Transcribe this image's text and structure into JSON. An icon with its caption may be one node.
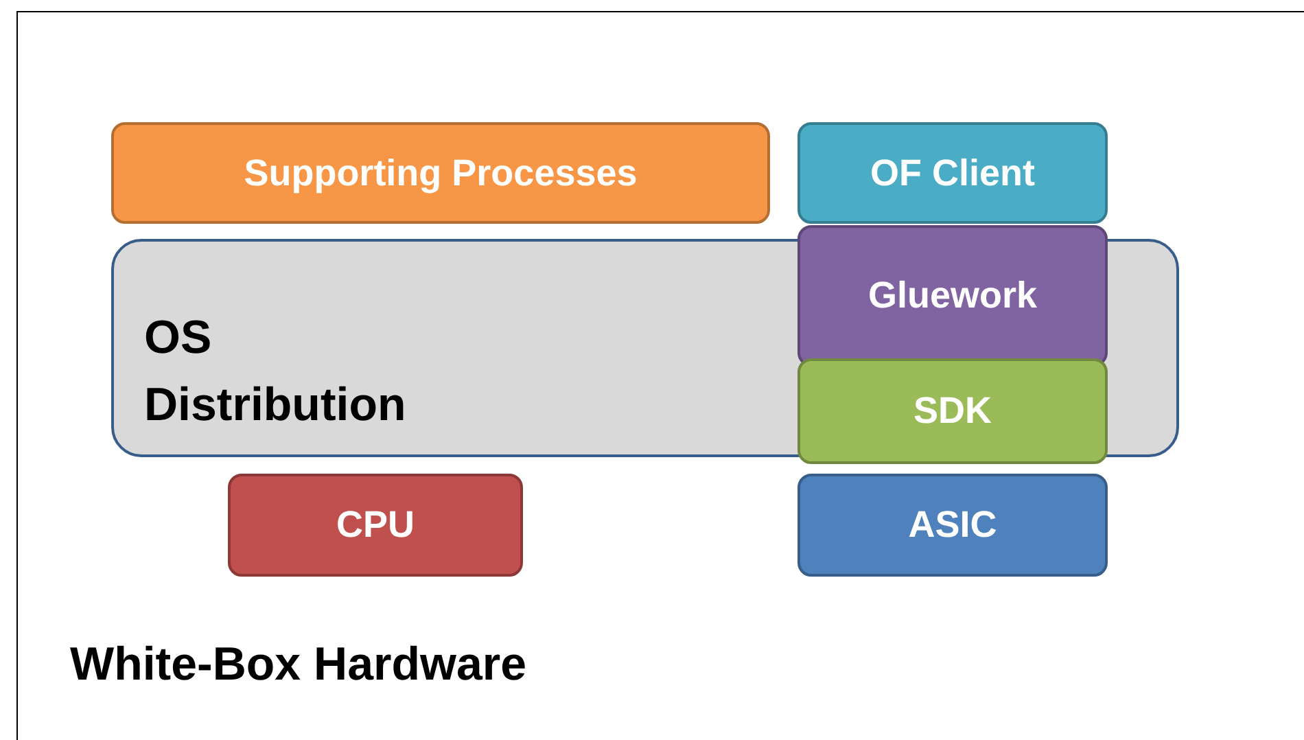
{
  "diagram": {
    "nodes": [
      {
        "text": [
          "White-Box Hardware"
        ]
      },
      {
        "text": [
          "Supporting Processes"
        ],
        "in": 0
      },
      {
        "text": [
          "OF Client"
        ],
        "in": 0
      },
      {
        "text": [
          "OS Distribution"
        ],
        "in": 0
      },
      {
        "text": [
          "Gluework"
        ],
        "in": 0
      },
      {
        "text": [
          "SDK"
        ],
        "in": 0
      },
      {
        "text": [
          "CPU"
        ],
        "in": 0
      },
      {
        "text": [
          "ASIC"
        ],
        "in": 0
      }
    ],
    "edges": []
  }
}
